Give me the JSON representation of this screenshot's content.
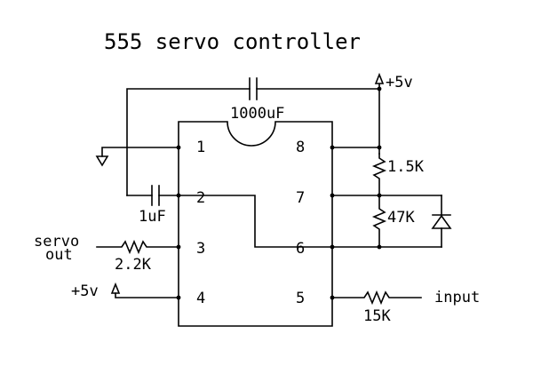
{
  "title": "555 servo controller",
  "pins": {
    "p1": "1",
    "p2": "2",
    "p3": "3",
    "p4": "4",
    "p5": "5",
    "p6": "6",
    "p7": "7",
    "p8": "8"
  },
  "labels": {
    "vcc_top": "+5v",
    "cap_1000": "1000uF",
    "cap_1u": "1uF",
    "r_1_5k": "1.5K",
    "r_47k": "47K",
    "servo_line1": "servo",
    "servo_line2": "out",
    "r_2_2k": "2.2K",
    "vcc_left": "+5v",
    "r_15k": "15K",
    "input": "input"
  }
}
